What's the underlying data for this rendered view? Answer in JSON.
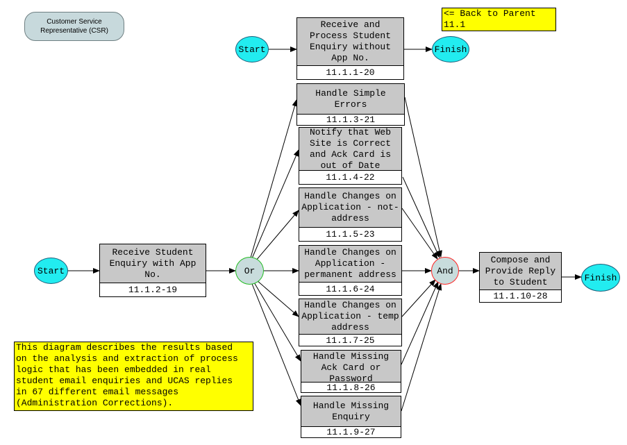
{
  "role_label": "Customer Service Representative (CSR)",
  "back_link": "<= Back to Parent\n11.1",
  "description_note": "This diagram describes the results based\non the analysis and extraction of process\nlogic that has been embedded in real\nstudent email enquiries and UCAS replies\nin 67 different email messages\n(Administration Corrections).",
  "terminals": {
    "start_top": "Start",
    "finish_top": "Finish",
    "start_left": "Start",
    "finish_right": "Finish"
  },
  "gates": {
    "or": "Or",
    "and": "And"
  },
  "processes": [
    {
      "label": "Receive and Process Student Enquiry without App No.",
      "id": "11.1.1-20"
    },
    {
      "label": "Receive Student Enquiry with App No.",
      "id": "11.1.2-19"
    },
    {
      "label": "Handle Simple Errors",
      "id": "11.1.3-21"
    },
    {
      "label": "Notify that Web Site is Correct and Ack Card is out of Date",
      "id": "11.1.4-22"
    },
    {
      "label": "Handle Changes on Application - not-address",
      "id": "11.1.5-23"
    },
    {
      "label": "Handle Changes on Application - permanent address",
      "id": "11.1.6-24"
    },
    {
      "label": "Handle Changes on Application - temp address",
      "id": "11.1.7-25"
    },
    {
      "label": "Handle Missing Ack Card or Password",
      "id": "11.1.8-26"
    },
    {
      "label": "Handle Missing Enquiry",
      "id": "11.1.9-27"
    },
    {
      "label": "Compose and Provide Reply to Student",
      "id": "11.1.10-28"
    }
  ]
}
